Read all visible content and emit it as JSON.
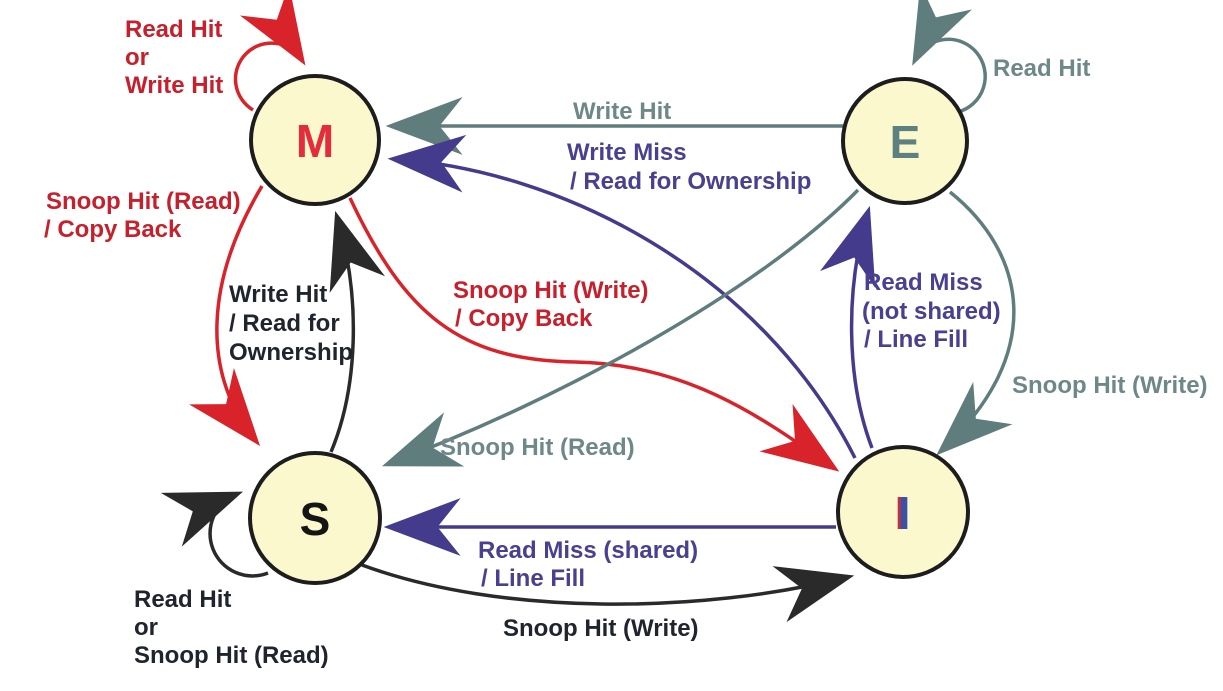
{
  "diagram": {
    "type": "state-machine",
    "subject": "MESI cache coherence protocol",
    "colors": {
      "node_fill": "#FBF8CE",
      "node_border": "#1d1d1d",
      "red": "#C6202C",
      "red_bright": "#D8232A",
      "teal": "#6E8888",
      "teal_stroke": "#5F7D7D",
      "purple": "#49408F",
      "purple_stroke": "#443B8C",
      "black": "#20242E",
      "black_stroke": "#2A2A2A",
      "i_letter_blue": "#3B51A3",
      "i_letter_red": "#C23040",
      "m_letter_red": "#E62B3C",
      "e_letter_teal": "#5E8080",
      "s_letter_black": "#151515"
    },
    "nodes": {
      "m": {
        "label": "M"
      },
      "e": {
        "label": "E"
      },
      "s": {
        "label": "S"
      },
      "i": {
        "label": "I"
      }
    },
    "edges": {
      "m_self": {
        "from": "M",
        "to": "M",
        "lines": [
          "Read Hit",
          "or",
          "Write Hit"
        ]
      },
      "e_self": {
        "from": "E",
        "to": "E",
        "lines": [
          "Read Hit"
        ]
      },
      "e_to_m": {
        "from": "E",
        "to": "M",
        "lines": [
          "Write Hit"
        ]
      },
      "i_to_m": {
        "from": "I",
        "to": "M",
        "lines": [
          "Write Miss",
          "/ Read for Ownership"
        ]
      },
      "m_to_s": {
        "from": "M",
        "to": "S",
        "lines": [
          "Snoop Hit (Read)",
          "/ Copy Back"
        ]
      },
      "s_to_m": {
        "from": "S",
        "to": "M",
        "lines": [
          "Write Hit",
          "/ Read for",
          "Ownership"
        ]
      },
      "m_to_i": {
        "from": "M",
        "to": "I",
        "lines": [
          "Snoop Hit (Write)",
          "/ Copy Back"
        ]
      },
      "i_to_e": {
        "from": "I",
        "to": "E",
        "lines": [
          "Read Miss",
          "(not shared)",
          "/ Line Fill"
        ]
      },
      "e_to_i": {
        "from": "E",
        "to": "I",
        "lines": [
          "Snoop Hit (Write)"
        ]
      },
      "e_to_s": {
        "from": "E",
        "to": "S",
        "lines": [
          "Snoop Hit (Read)"
        ]
      },
      "i_to_s": {
        "from": "I",
        "to": "S",
        "lines": [
          "Read Miss (shared)",
          "/ Line Fill"
        ]
      },
      "s_to_i": {
        "from": "S",
        "to": "I",
        "lines": [
          "Snoop Hit (Write)"
        ]
      },
      "s_self": {
        "from": "S",
        "to": "S",
        "lines": [
          "Read Hit",
          "or",
          "Snoop Hit (Read)"
        ]
      }
    }
  }
}
